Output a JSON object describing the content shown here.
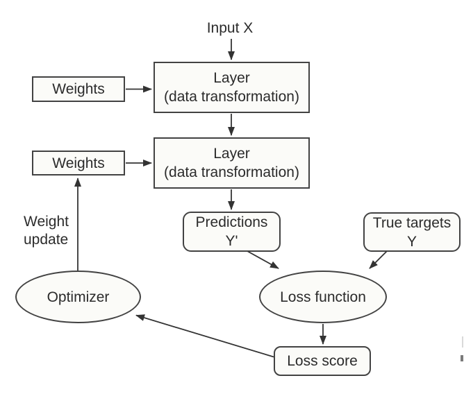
{
  "diagram": {
    "title_context": "Neural network training loop diagram",
    "nodes": {
      "input_x": {
        "label": "Input X"
      },
      "weights1": {
        "label": "Weights"
      },
      "layer1": {
        "line1": "Layer",
        "line2": "(data transformation)"
      },
      "weights2": {
        "label": "Weights"
      },
      "layer2": {
        "line1": "Layer",
        "line2": "(data transformation)"
      },
      "weight_update": {
        "line1": "Weight",
        "line2": "update"
      },
      "predictions": {
        "line1": "Predictions",
        "line2": "Y'"
      },
      "true_targets": {
        "line1": "True targets",
        "line2": "Y"
      },
      "optimizer": {
        "label": "Optimizer"
      },
      "loss_function": {
        "label": "Loss function"
      },
      "loss_score": {
        "label": "Loss score"
      }
    },
    "edges": [
      {
        "from": "input_x",
        "to": "layer1"
      },
      {
        "from": "weights1",
        "to": "layer1"
      },
      {
        "from": "layer1",
        "to": "layer2"
      },
      {
        "from": "weights2",
        "to": "layer2"
      },
      {
        "from": "layer2",
        "to": "predictions"
      },
      {
        "from": "optimizer",
        "to": "weights2",
        "label": "Weight update"
      },
      {
        "from": "predictions",
        "to": "loss_function"
      },
      {
        "from": "true_targets",
        "to": "loss_function"
      },
      {
        "from": "loss_function",
        "to": "loss_score"
      },
      {
        "from": "loss_score",
        "to": "optimizer"
      }
    ],
    "colors": {
      "background": "#ffffff",
      "node_fill": "#fbfbf8",
      "border": "#424242",
      "text": "#2b2b2b",
      "arrow": "#333333"
    }
  }
}
